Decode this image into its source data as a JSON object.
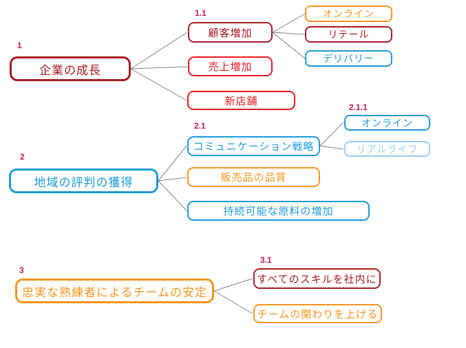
{
  "palette": {
    "dark_red": "#A61B20",
    "bright_red": "#E6191F",
    "orange": "#F7941D",
    "blue": "#1B9AD6",
    "light_blue": "#93CFF1",
    "number_label": "#C2164F",
    "connector_line": "#808080",
    "background": "#FFFFFF"
  },
  "tree": [
    {
      "number": "1",
      "label": "企業の成長",
      "color": "dark_red",
      "children": [
        {
          "number": "1.1",
          "label": "顧客増加",
          "color": "dark_red",
          "children": [
            {
              "label": "オンライン",
              "color": "orange"
            },
            {
              "label": "リテール",
              "color": "dark_red"
            },
            {
              "label": "デリバリー",
              "color": "blue"
            }
          ]
        },
        {
          "label": "売上増加",
          "color": "bright_red"
        },
        {
          "label": "新店舗",
          "color": "bright_red"
        }
      ]
    },
    {
      "number": "2",
      "label": "地域の評判の獲得",
      "color": "blue",
      "children": [
        {
          "number": "2.1",
          "label": "コミュニケーション戦略",
          "color": "blue",
          "children": [
            {
              "number": "2.1.1",
              "label": "オンライン",
              "color": "blue"
            },
            {
              "label": "リアルライフ",
              "color": "light_blue"
            }
          ]
        },
        {
          "label": "販売品の品質",
          "color": "orange"
        },
        {
          "label": "持続可能な原料の増加",
          "color": "blue"
        }
      ]
    },
    {
      "number": "3",
      "label": "忠実な熟練者によるチームの安定",
      "color": "orange",
      "children": [
        {
          "number": "3.1",
          "label": "すべてのスキルを社内に",
          "color": "dark_red"
        },
        {
          "label": "チームの関わりを上げる",
          "color": "orange"
        }
      ]
    }
  ]
}
